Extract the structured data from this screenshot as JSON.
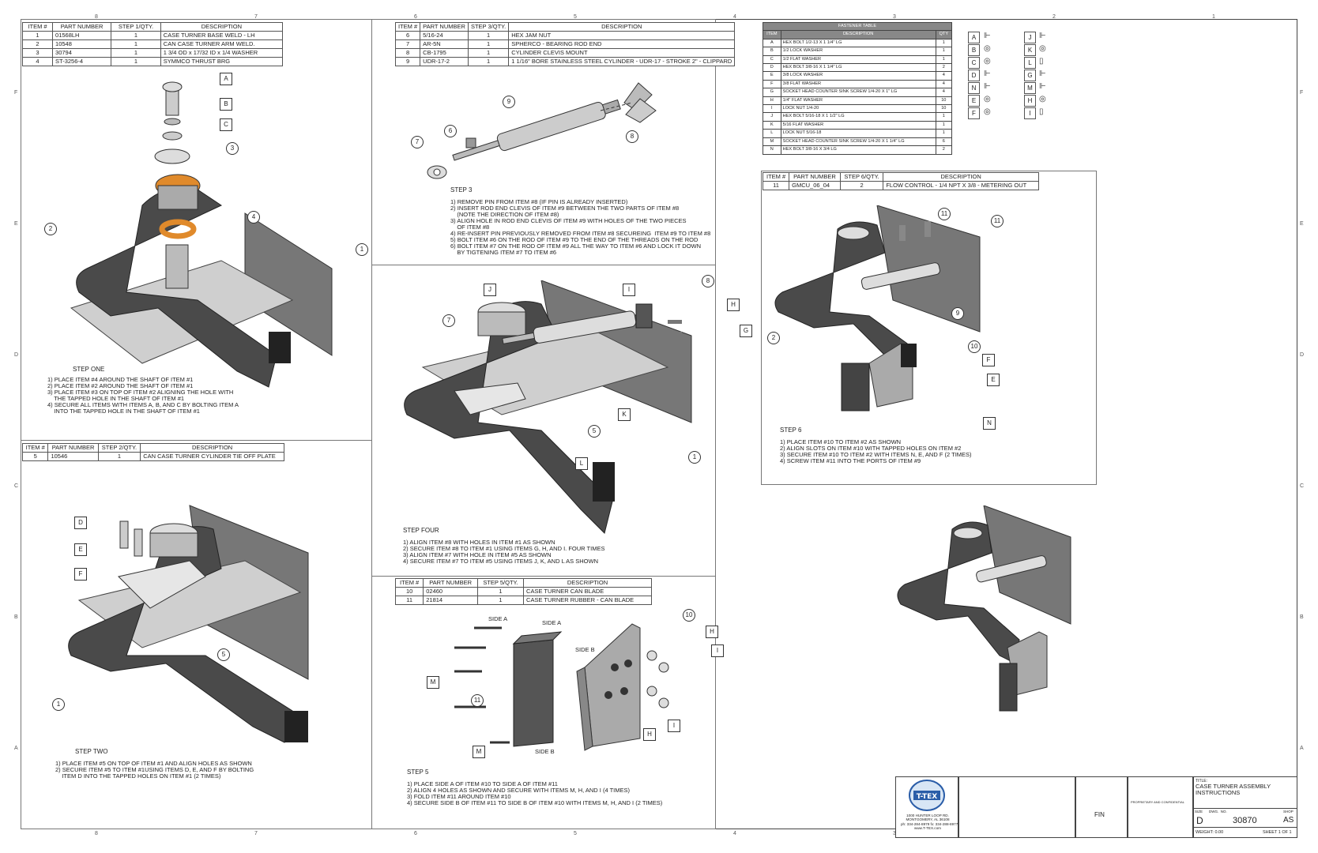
{
  "zones": {
    "top": [
      "8",
      "7",
      "6",
      "5",
      "4",
      "3",
      "2",
      "1"
    ],
    "side": [
      "F",
      "E",
      "D",
      "C",
      "B",
      "A"
    ]
  },
  "bom_columns": [
    "ITEM #",
    "PART NUMBER",
    "DESCRIPTION"
  ],
  "step1": {
    "qty_header": "STEP 1/QTY.",
    "rows": [
      [
        "1",
        "01568LH",
        "1",
        "CASE TURNER BASE WELD - LH"
      ],
      [
        "2",
        "10548",
        "1",
        "CAN CASE TURNER ARM WELD."
      ],
      [
        "3",
        "30794",
        "1",
        "1 3/4 OD x 17/32 ID x 1/4 WASHER"
      ],
      [
        "4",
        "ST-3256-4",
        "1",
        "SYMMCO THRUST BRG"
      ]
    ],
    "title": "STEP ONE",
    "instructions": "1) PLACE ITEM #4 AROUND THE SHAFT OF ITEM #1\n2) PLACE ITEM #2 AROUND THE SHAFT OF ITEM #1\n3) PLACE ITEM #3 ON TOP OF ITEM #2 ALIGNING THE HOLE WITH\n    THE TAPPED HOLE IN THE SHAFT OF ITEM #1\n4) SECURE ALL ITEMS WITH ITEMS A, B, AND C BY BOLTING ITEM A\n    INTO THE TAPPED HOLE IN THE SHAFT OF ITEM #1",
    "callouts": [
      "A",
      "B",
      "C",
      "3",
      "4",
      "2",
      "1"
    ]
  },
  "step2": {
    "qty_header": "STEP 2/QTY.",
    "rows": [
      [
        "5",
        "10546",
        "1",
        "CAN CASE TURNER CYLINDER TIE OFF PLATE"
      ]
    ],
    "title": "STEP TWO",
    "instructions": "1) PLACE ITEM #5 ON TOP OF ITEM #1 AND ALIGN HOLES AS SHOWN\n2) SECURE ITEM #5 TO ITEM #1USING ITEMS D, E, AND F BY BOLTING\n    ITEM D INTO THE TAPPED HOLES ON ITEM #1 (2 TIMES)",
    "callouts": [
      "D",
      "E",
      "F",
      "5",
      "1"
    ]
  },
  "step3": {
    "qty_header": "STEP 3/QTY.",
    "rows": [
      [
        "6",
        "5/16-24",
        "1",
        "HEX JAM NUT"
      ],
      [
        "7",
        "AR-5N",
        "1",
        "SPHERCO - BEARING ROD END"
      ],
      [
        "8",
        "CB-1795",
        "1",
        "CYLINDER CLEVIS MOUNT"
      ],
      [
        "9",
        "UDR-17-2",
        "1",
        "1 1/16\" BORE STAINLESS STEEL CYLINDER - UDR-17 - STROKE 2\" - CLIPPARD"
      ]
    ],
    "title": "STEP 3",
    "instructions": "1) REMOVE PIN FROM ITEM #8 (IF PIN IS ALREADY INSERTED)\n2) INSERT ROD END CLEVIS OF ITEM #9 BETWEEN THE TWO PARTS OF ITEM #8\n    (NOTE THE DIRECTION OF ITEM #8)\n3) ALIGN HOLE IN ROD END CLEVIS OF ITEM #9 WITH HOLES OF THE TWO PIECES\n    OF ITEM #8\n4) RE-INSERT PIN PREVIOUSLY REMOVED FROM ITEM #8 SECUREING  ITEM #9 TO ITEM #8\n5) BOLT ITEM #6 ON THE ROD OF ITEM #9 TO THE END OF THE THREADS ON THE ROD\n6) BOLT ITEM #7 ON THE ROD OF ITEM #9 ALL THE WAY TO ITEM #6 AND LOCK IT DOWN\n    BY TIGTENING ITEM #7 TO ITEM #6",
    "callouts": [
      "9",
      "8",
      "7",
      "6"
    ]
  },
  "step4": {
    "title": "STEP FOUR",
    "instructions": "1) ALIGN ITEM #8 WITH HOLES IN ITEM #1 AS SHOWN\n2) SECURE ITEM #8 TO ITEM #1 USING ITEMS G, H, AND I. FOUR TIMES\n3) ALIGN ITEM #7 WITH HOLE IN ITEM #5 AS SHOWN\n4) SECURE ITEM #7 TO ITEM #5 USING ITEMS J, K, AND L AS SHOWN",
    "callouts": [
      "J",
      "7",
      "I",
      "8",
      "H",
      "G",
      "K",
      "5",
      "L",
      "1"
    ]
  },
  "step5": {
    "qty_header": "STEP 5/QTY.",
    "rows": [
      [
        "10",
        "02460",
        "1",
        "CASE TURNER CAN BLADE"
      ],
      [
        "11",
        "21814",
        "1",
        "CASE TURNER RUBBER - CAN BLADE"
      ]
    ],
    "title": "STEP 5",
    "instructions": "1) PLACE SIDE A OF ITEM #10 TO SIDE A OF ITEM #11\n2) ALIGN 4 HOLES AS SHOWN AND SECURE WITH ITEMS M, H, AND I (4 TIMES)\n3) FOLD ITEM #11 AROUND ITEM #10\n4) SECURE SIDE B OF ITEM #11 TO SIDE B OF ITEM #10 WITH ITEMS M, H, AND I (2 TIMES)",
    "labels": [
      "SIDE A",
      "SIDE A",
      "SIDE B",
      "SIDE B"
    ],
    "callouts": [
      "10",
      "H",
      "I",
      "M",
      "11",
      "I",
      "H",
      "M"
    ]
  },
  "step6": {
    "qty_header": "STEP 6/QTY.",
    "rows": [
      [
        "11",
        "GMCU_06_04",
        "2",
        "FLOW CONTROL - 1/4 NPT X 3/8 - METERING OUT"
      ]
    ],
    "title": "STEP 6",
    "instructions": "1) PLACE ITEM #10 TO ITEM #2 AS SHOWN\n2) ALIGN SLOTS ON ITEM #10 WITH TAPPED HOLES ON ITEM #2\n3) SECURE ITEM #10 TO ITEM #2 WITH ITEMS N, E, AND F (2 TIMES)\n4) SCREW ITEM #11 INTO THE PORTS OF ITEM #9",
    "callouts": [
      "11",
      "11",
      "9",
      "2",
      "10",
      "F",
      "E",
      "N"
    ]
  },
  "fastener_table": {
    "title": "FASTENER TABLE",
    "headers": [
      "ITEM",
      "DESCRIPTION",
      "QTY"
    ],
    "rows": [
      [
        "A",
        "HEX BOLT 1/2-13 X 1 1/4\" LG",
        "1"
      ],
      [
        "B",
        "1/2 LOCK WASHER",
        "1"
      ],
      [
        "C",
        "1/2 FLAT WASHER",
        "1"
      ],
      [
        "D",
        "HEX BOLT 3/8-16 X 1 1/4\" LG",
        "2"
      ],
      [
        "E",
        "3/8 LOCK WASHER",
        "4"
      ],
      [
        "F",
        "3/8 FLAT WASHER",
        "4"
      ],
      [
        "G",
        "SOCKET HEAD COUNTER SINK SCREW 1/4-20 X 1\" LG",
        "4"
      ],
      [
        "H",
        "1/4\" FLAT WASHER",
        "10"
      ],
      [
        "I",
        "LOCK NUT 1/4-20",
        "10"
      ],
      [
        "J",
        "HEX BOLT 5/16-18 X 1 1/2\" LG",
        "1"
      ],
      [
        "K",
        "5/16 FLAT WASHER",
        "1"
      ],
      [
        "L",
        "LOCK NUT 5/16-18",
        "1"
      ],
      [
        "M",
        "SOCKET HEAD COUNTER SINK SCREW 1/4-20 X 1 1/4\" LG",
        "6"
      ],
      [
        "N",
        "HEX BOLT 3/8-16 X 3/4 LG",
        "2"
      ]
    ]
  },
  "hardware_legend": {
    "left": [
      "A",
      "B",
      "C",
      "D",
      "N",
      "E",
      "F"
    ],
    "right": [
      "J",
      "K",
      "L",
      "G",
      "M",
      "H",
      "I"
    ]
  },
  "title_block": {
    "logo_text": "T-TEX",
    "address": "1000 HUNTER LOOP RD.\nMONTGOMERY, AL 36108\nph: 334-284-8979 fx: 334-288-8977\nwww.T-TEX.com",
    "finish": "FIN",
    "title_label": "TITLE:",
    "title": "CASE TURNER ASSEMBLY\nINSTRUCTIONS",
    "size_label": "SIZE",
    "size": "D",
    "dwg_label": "DWG.  NO.",
    "dwg_no": "30870",
    "rev_label": "SHOP",
    "rev": "AS",
    "weight": "WEIGHT: 0.00",
    "sheet": "SHEET 1 OF 1",
    "proprietary": "PROPRIETARY AND CONFIDENTIAL"
  }
}
